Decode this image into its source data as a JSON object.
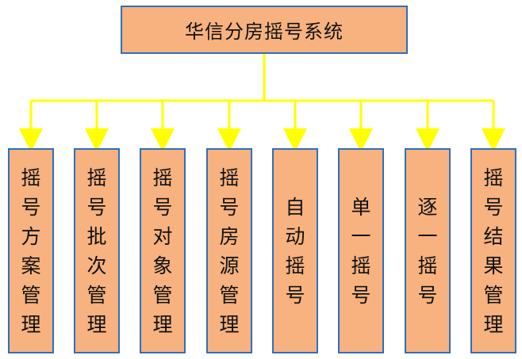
{
  "root": {
    "title": "华信分房摇号系统"
  },
  "children": [
    {
      "label": "摇号方案管理"
    },
    {
      "label": "摇号批次管理"
    },
    {
      "label": "摇号对象管理"
    },
    {
      "label": "摇号房源管理"
    },
    {
      "label": "自动摇号"
    },
    {
      "label": "单一摇号"
    },
    {
      "label": "逐一摇号"
    },
    {
      "label": "摇号结果管理"
    }
  ],
  "colors": {
    "box_fill": "#f7b27f",
    "box_border": "#2e6fbd",
    "connector": "#ffff00"
  }
}
